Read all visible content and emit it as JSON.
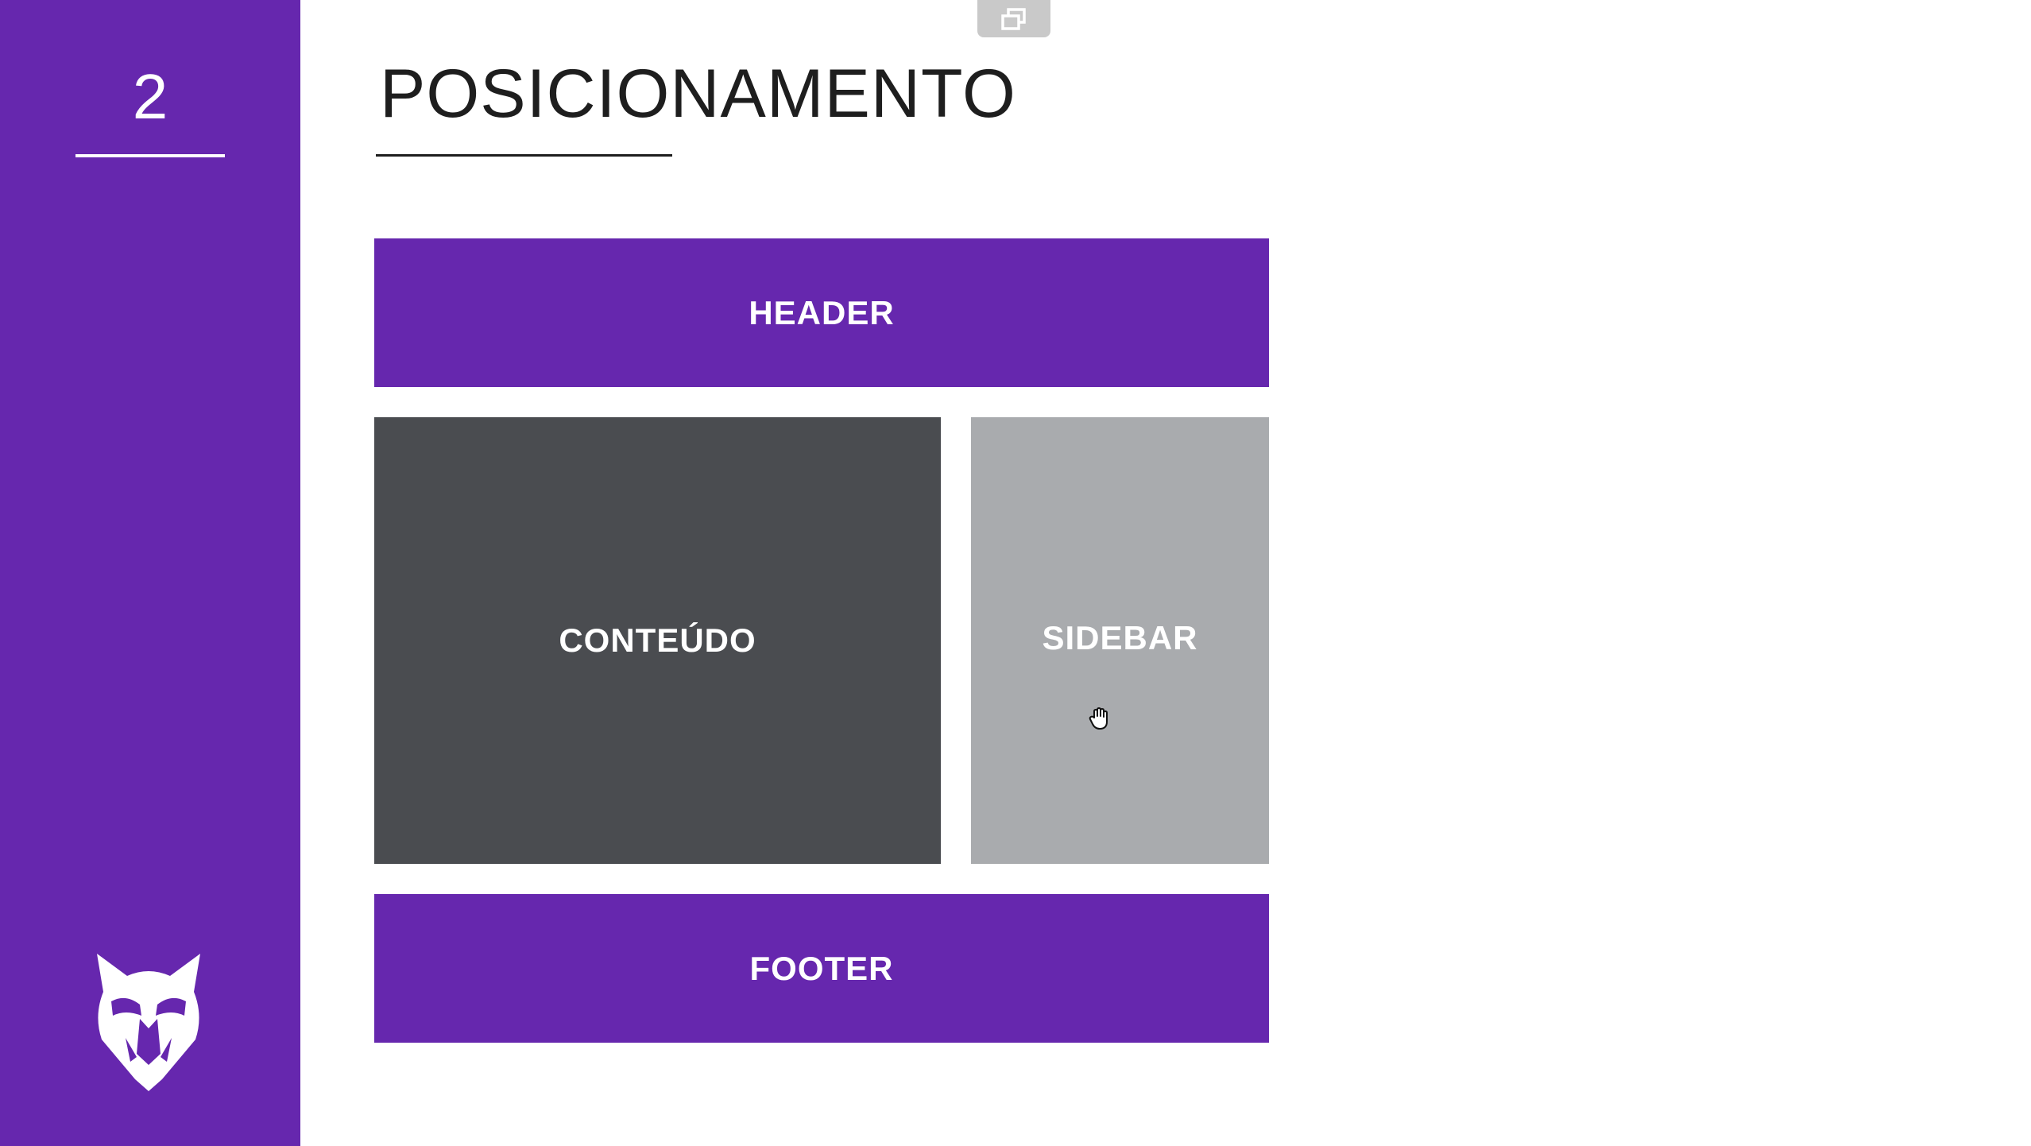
{
  "slide": {
    "number": "2",
    "title": "POSICIONAMENTO"
  },
  "layout_blocks": {
    "header": "HEADER",
    "content": "CONTEÚDO",
    "sidebar": "SIDEBAR",
    "footer": "FOOTER"
  },
  "icons": {
    "logo": "wolf-head-logo-icon",
    "popout": "popout-window-icon",
    "cursor": "hand-grab-cursor-icon"
  },
  "colors": {
    "brand_purple": "#6627ae",
    "content_dark_gray": "#4a4c50",
    "sidebar_light_gray": "#a9abae",
    "title_text": "#1e1e1e",
    "popout_button_bg": "#c9c9c9"
  }
}
